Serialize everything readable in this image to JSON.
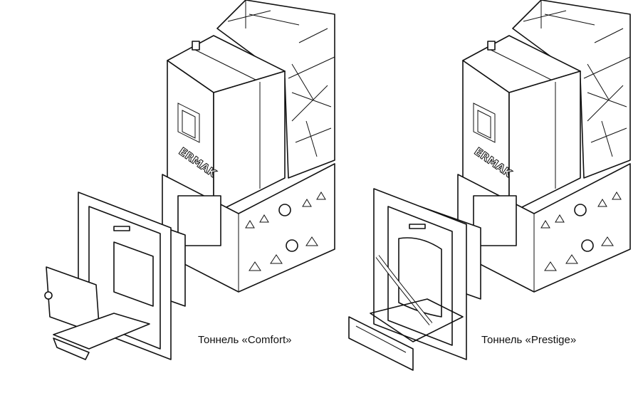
{
  "diagrams": [
    {
      "caption": "Тоннель «Comfort»",
      "logo_text": "ERMAK"
    },
    {
      "caption": "Тоннель «Prestige»",
      "logo_text": "ERMAK"
    }
  ]
}
